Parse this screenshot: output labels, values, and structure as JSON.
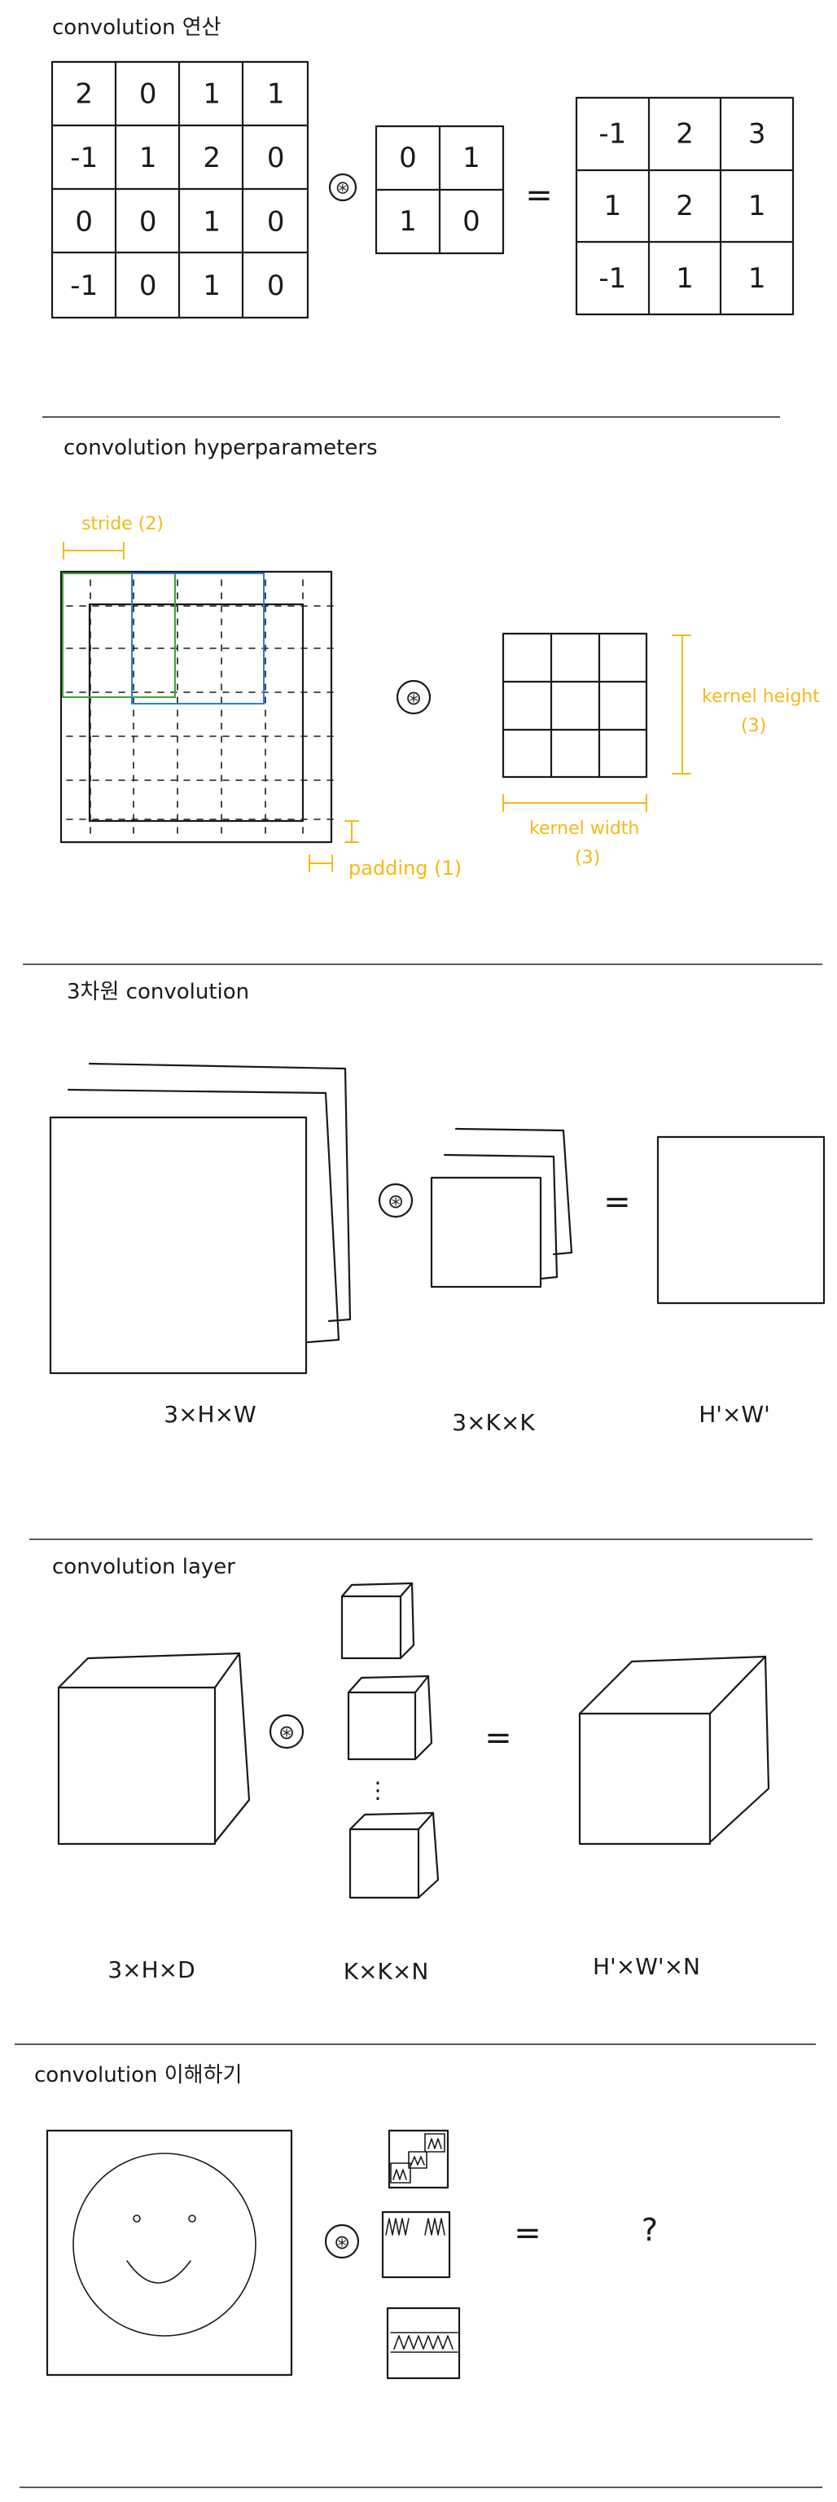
{
  "sections": {
    "s1": {
      "title": "convolution 연산",
      "input": [
        [
          "2",
          "0",
          "1",
          "1"
        ],
        [
          "-1",
          "1",
          "2",
          "0"
        ],
        [
          "0",
          "0",
          "1",
          "0"
        ],
        [
          "-1",
          "0",
          "1",
          "0"
        ]
      ],
      "kernel": [
        [
          "0",
          "1"
        ],
        [
          "1",
          "0"
        ]
      ],
      "output": [
        [
          "-1",
          "2",
          "3"
        ],
        [
          "1",
          "2",
          "1"
        ],
        [
          "-1",
          "1",
          "1"
        ]
      ],
      "op": "⊛",
      "eq": "="
    },
    "s2": {
      "title": "convolution hyperparameters",
      "stride": "stride (2)",
      "padding": "padding (1)",
      "kernel_width_1": "kernel width",
      "kernel_width_2": "(3)",
      "kernel_height_1": "kernel height",
      "kernel_height_2": "(3)",
      "op": "⊛"
    },
    "s3": {
      "title": "3차원 convolution",
      "cap_input": "3×H×W",
      "cap_kernel": "3×K×K",
      "cap_output": "H'×W'",
      "op": "⊛",
      "eq": "="
    },
    "s4": {
      "title": "convolution layer",
      "cap_input": "3×H×D",
      "cap_kernel": "K×K×N",
      "cap_output": "H'×W'×N",
      "dots": "⋮",
      "op": "⊛",
      "eq": "="
    },
    "s5": {
      "title": "convolution 이해하기",
      "op": "⊛",
      "eq": "=",
      "question": "?"
    }
  },
  "colors": {
    "ink": "#1a1a1a",
    "annotation": "#f5b817",
    "stride_window_1": "#3aa33a",
    "stride_window_2": "#2a7fd4"
  }
}
